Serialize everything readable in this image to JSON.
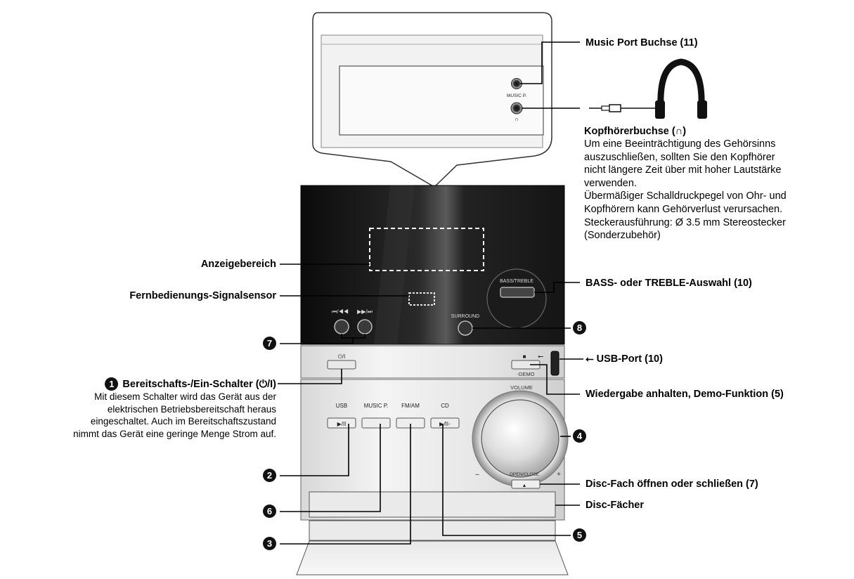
{
  "device": {
    "music_port_mark": "MUSIC P.",
    "headphone_mark": "∩",
    "prev_button": "⏮/◀◀",
    "next_button": "▶▶/⏭",
    "surround": "SURROUND",
    "bass_treble": "BASS/TREBLE",
    "power_label": "⏻/I",
    "stop_mark": "■",
    "demo_label": "-DEMO",
    "usb_port_symbol": "⭠",
    "volume_label": "VOLUME",
    "usb_label": "USB",
    "play_pause": "▶/II",
    "music_p_label": "MUSIC P.",
    "fm_am_label": "FM/AM",
    "cd_label": "CD",
    "cd_play_pause": "▶/II◦",
    "minus": "–",
    "plus": "+",
    "open_close_label": "OPEN/CLOSE",
    "eject_mark": "▲"
  },
  "labels": {
    "music_port": "Music Port Buchse (11)",
    "headphone_title": "Kopfhörerbuchse (",
    "headphone_title_icon": "∩",
    "headphone_title_end": ")",
    "headphone_text": [
      "Um eine Beeinträchtigung des Gehörsinns",
      "auszuschließen, sollten Sie den Kopfhörer",
      "nicht längere Zeit über mit hoher Lautstärke",
      "verwenden.",
      "Übermäßiger Schalldruckpegel von Ohr- und",
      "Kopfhörern kann Gehörverlust verursachen.",
      "Steckerausführung: Ø 3.5 mm Stereostecker",
      "(Sonderzubehör)"
    ],
    "display_area": "Anzeigebereich",
    "remote_sensor": "Fernbedienungs-Signalsensor",
    "bass_treble_select": "BASS- oder TREBLE-Auswahl (10)",
    "usb_port": "USB-Port (10)",
    "usb_port_symbol": "⭠",
    "stop_demo": "Wiedergabe anhalten, Demo-Funktion (5)",
    "disc_open_close": "Disc-Fach öffnen oder schließen (7)",
    "disc_trays": "Disc-Fächer",
    "standby_title": "Bereitschafts-/Ein-Schalter (",
    "standby_icon": "⏻/I",
    "standby_title_end": ")",
    "standby_text": [
      "Mit diesem Schalter wird das Gerät aus der",
      "elektrischen Betriebsbereitschaft heraus",
      "eingeschaltet. Auch im Bereitschaftszustand",
      "nimmt das Gerät eine geringe Menge Strom auf."
    ]
  },
  "callouts": {
    "n1": "1",
    "n2": "2",
    "n3": "3",
    "n4": "4",
    "n5": "5",
    "n6": "6",
    "n7": "7",
    "n8": "8"
  }
}
